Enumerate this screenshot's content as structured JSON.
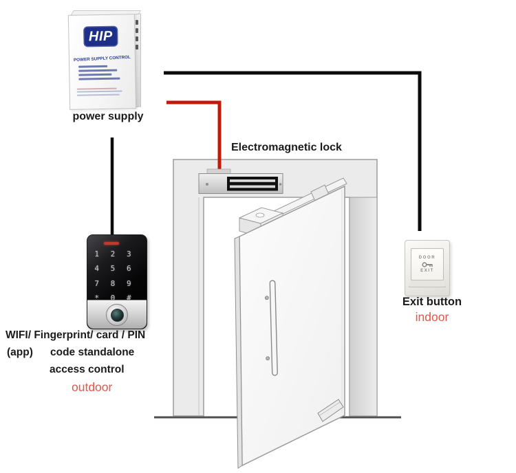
{
  "labels": {
    "power_supply": "power supply",
    "electromagnetic_lock": "Electromagnetic lock",
    "exit_button": "Exit button",
    "indoor": "indoor",
    "outdoor": "outdoor"
  },
  "power_supply_device": {
    "brand": "HIP",
    "panel_title": "POWER SUPPLY CONTROL"
  },
  "access_control_text": {
    "line1": "WIFI/ Fingerprint/ card / PIN",
    "line2_prefix": "(app)",
    "line2": "code standalone",
    "line3": "access control"
  },
  "exit_button_device": {
    "line1": "DOOR",
    "line2": "EXIT"
  },
  "keypad": {
    "keys": [
      "1",
      "2",
      "3",
      "4",
      "5",
      "6",
      "7",
      "8",
      "9",
      "*",
      "0",
      "#"
    ]
  },
  "colors": {
    "wire_black": "#0c0c0c",
    "wire_red": "#c3180c",
    "location_text": "#e0584b",
    "hip_navy": "#1d2f88"
  }
}
